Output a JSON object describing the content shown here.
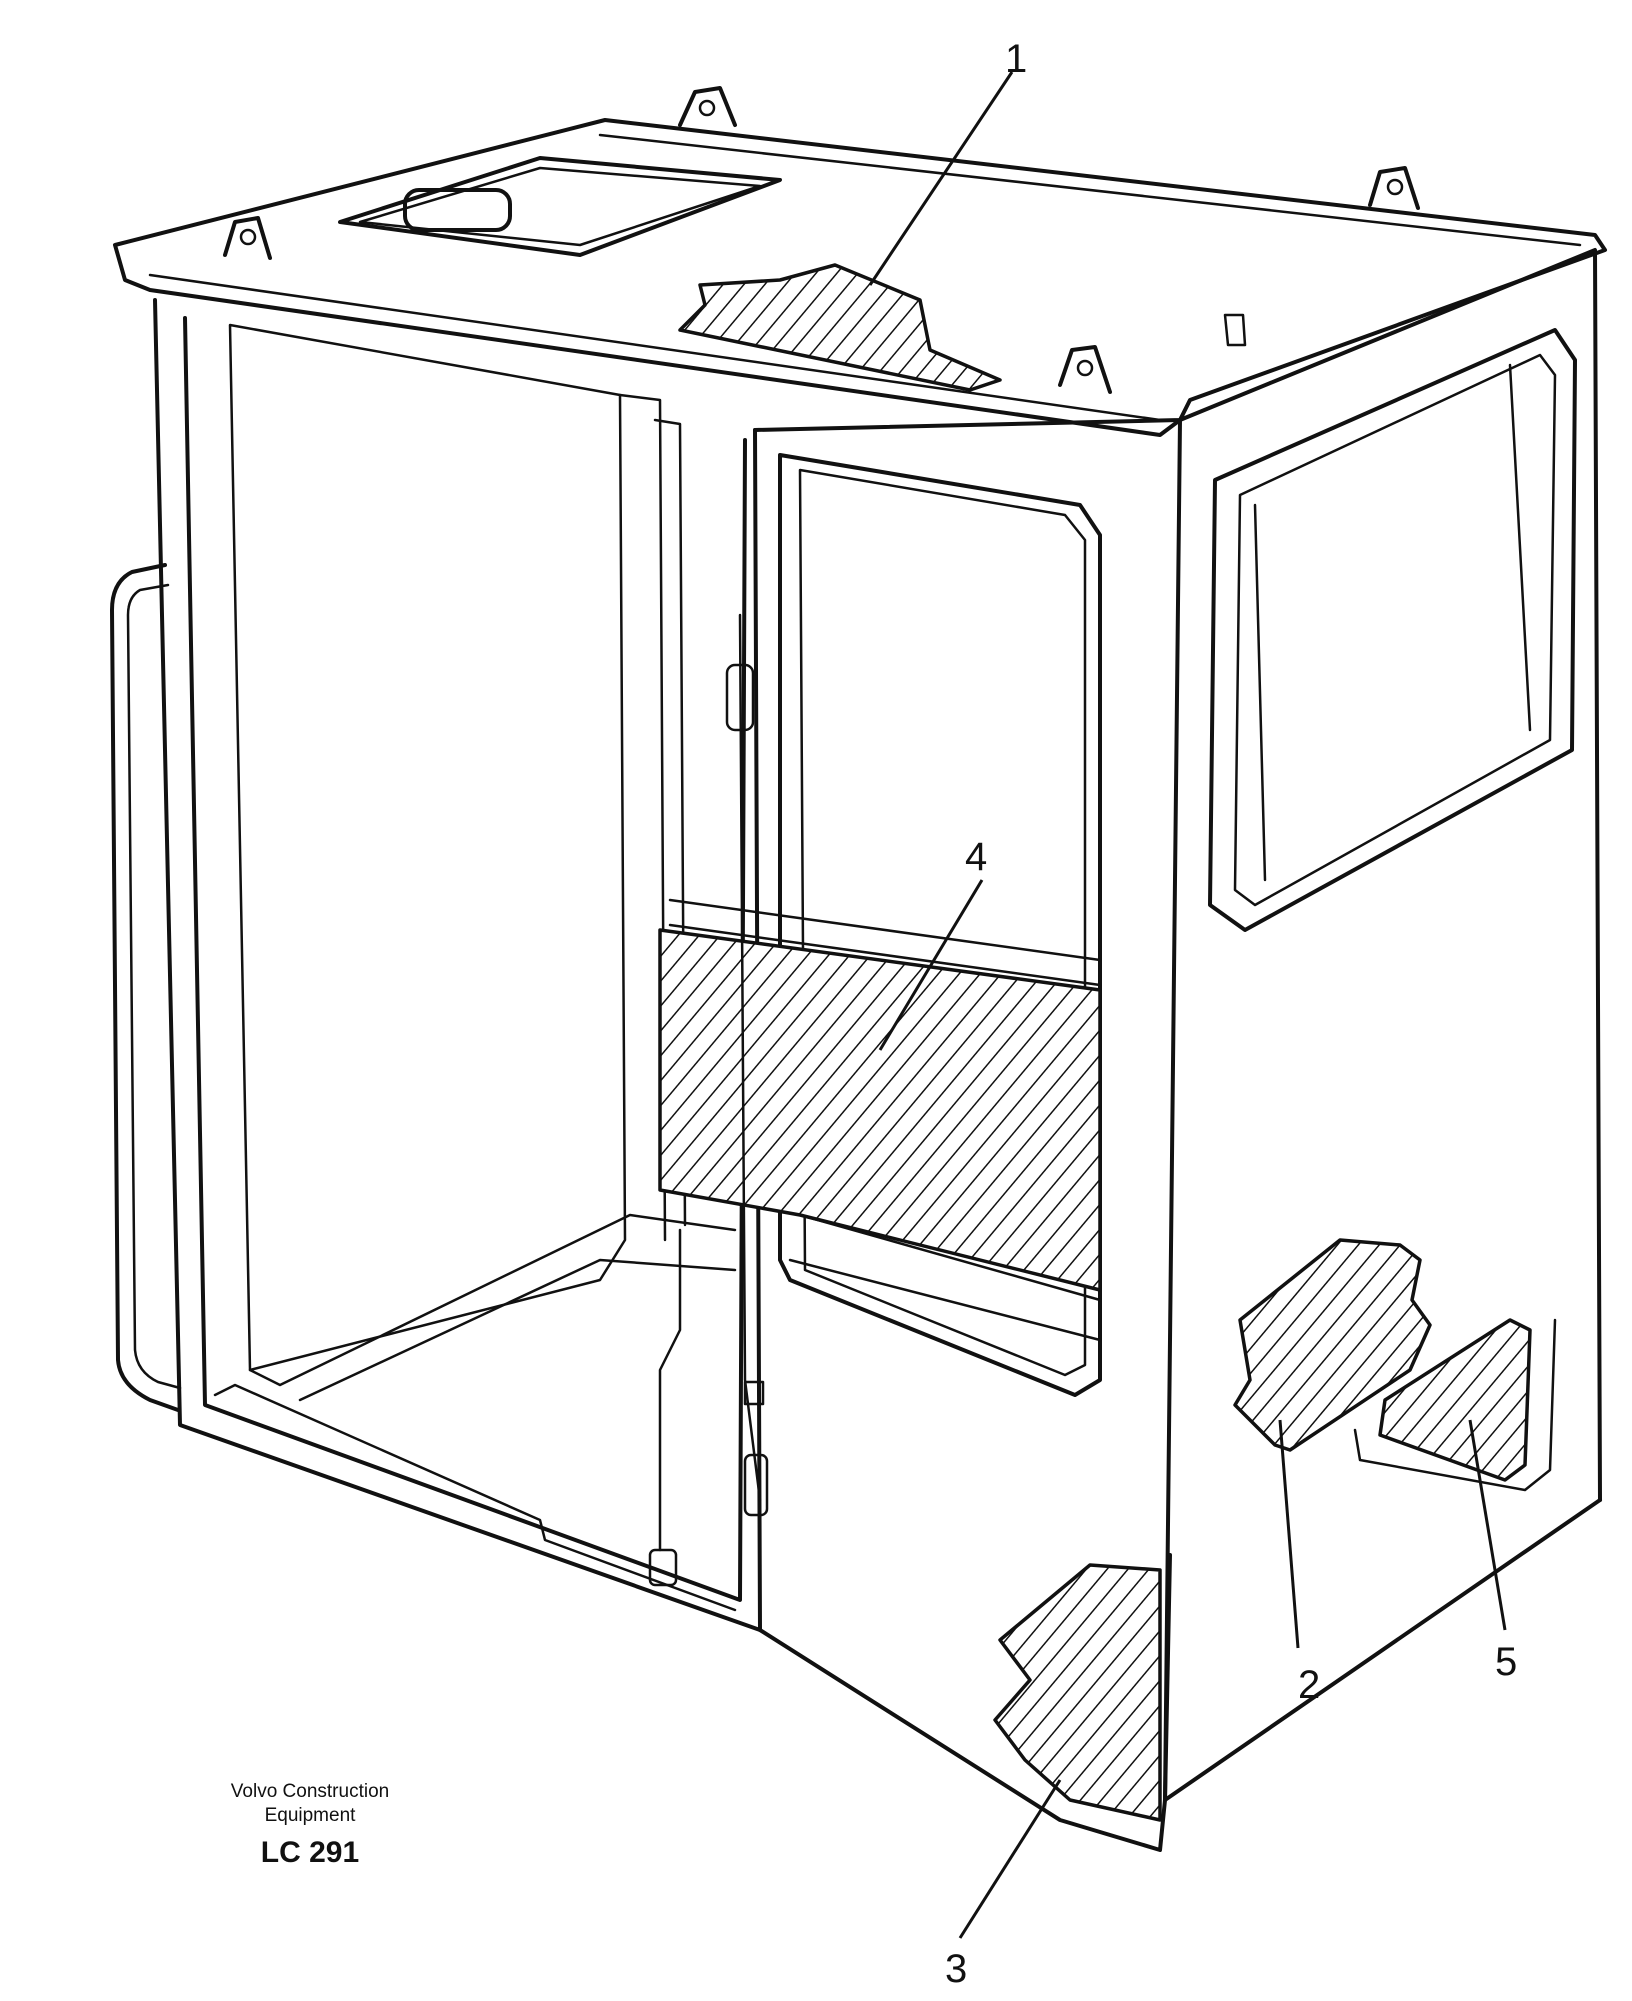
{
  "callouts": [
    {
      "id": "1",
      "label": "1"
    },
    {
      "id": "2",
      "label": "2"
    },
    {
      "id": "3",
      "label": "3"
    },
    {
      "id": "4",
      "label": "4"
    },
    {
      "id": "5",
      "label": "5"
    }
  ],
  "footer": {
    "manufacturer_line1": "Volvo Construction",
    "manufacturer_line2": "Equipment",
    "code": "LC 291"
  }
}
